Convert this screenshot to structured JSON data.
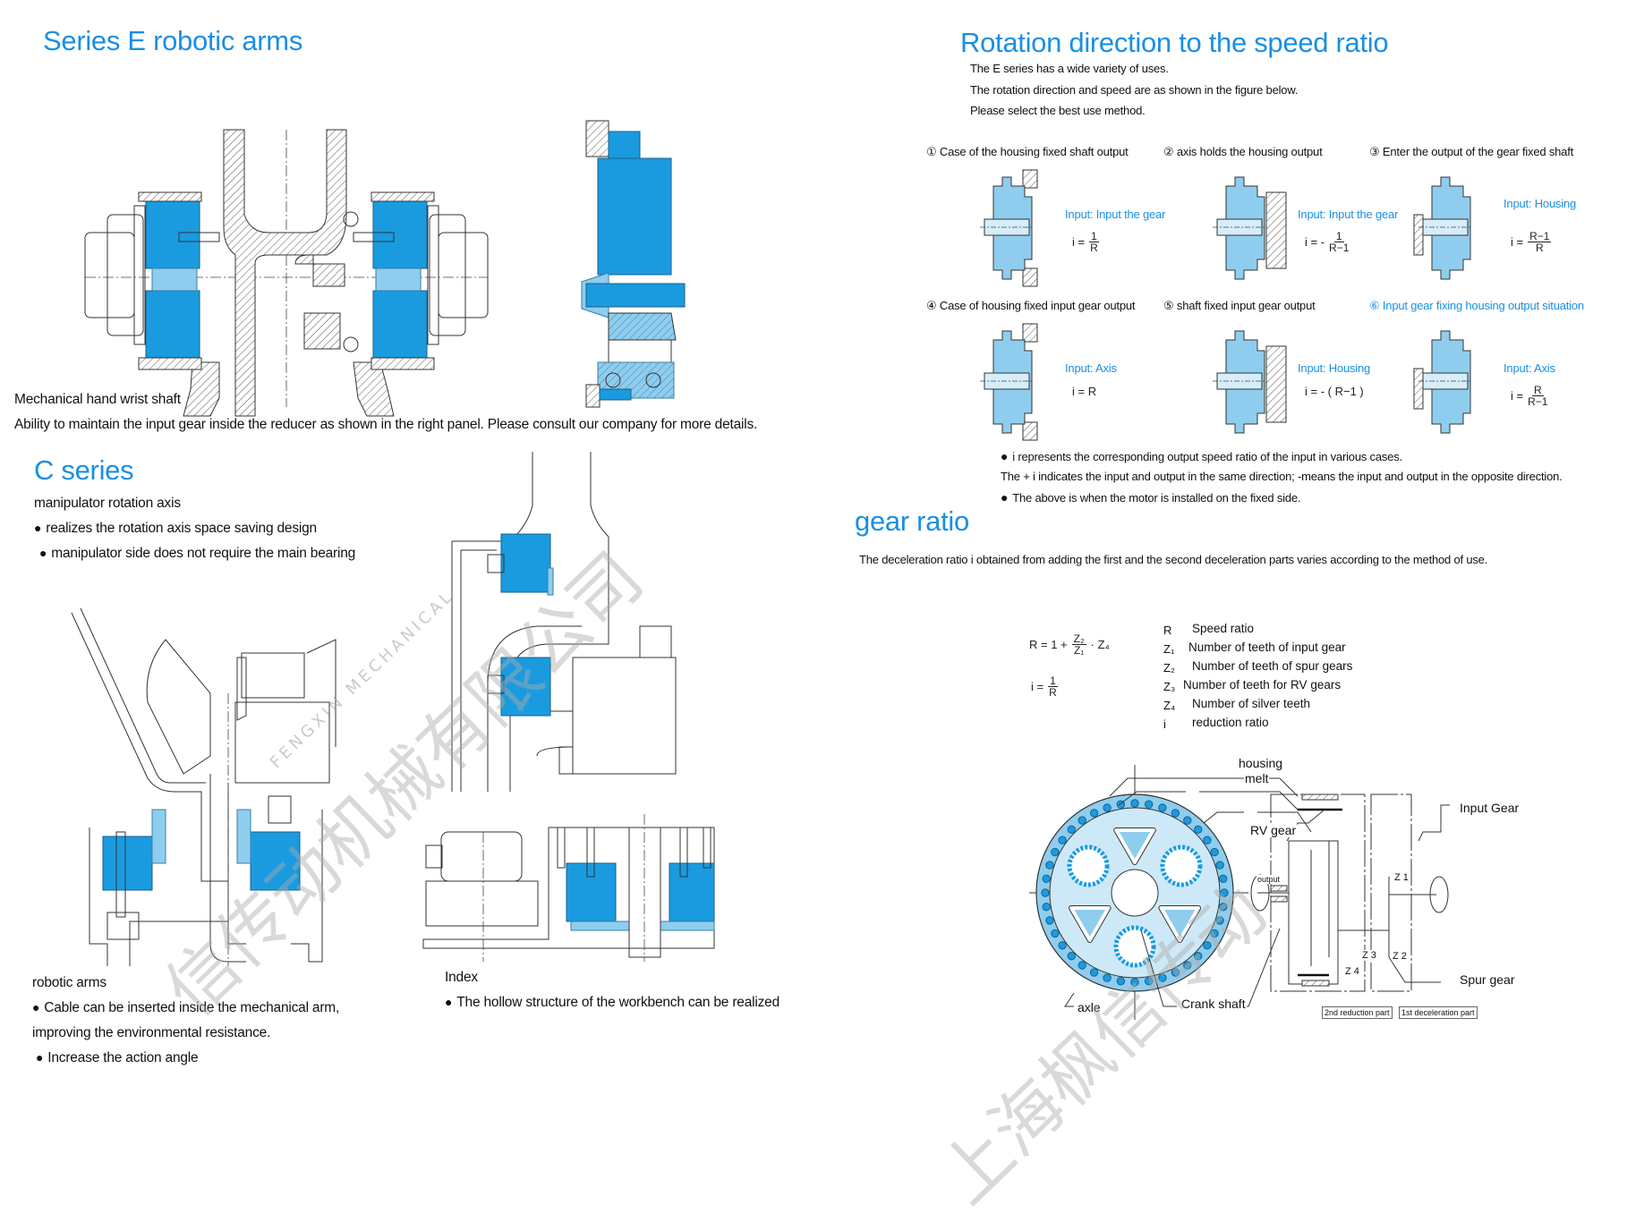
{
  "left": {
    "e_series": {
      "title": "Series E robotic arms",
      "caption": "Mechanical hand wrist shaft",
      "description": "Ability to maintain the input gear inside the reducer as shown in the right panel. Please consult our company for more details."
    },
    "c_series": {
      "title": "C series",
      "subtitle": "manipulator rotation axis",
      "bullets": [
        "realizes the rotation axis space saving design",
        "manipulator side does not require the main bearing"
      ],
      "robotic_arms": {
        "label": "robotic arms",
        "bullet_1": "Cable can be inserted inside the mechanical arm,",
        "bullet_1_cont": "improving the environmental resistance.",
        "bullet_2": "Increase the action angle"
      },
      "index": {
        "label": "Index",
        "bullet": "The hollow structure of the workbench can be realized"
      }
    }
  },
  "right": {
    "rotation": {
      "title": "Rotation direction to the speed ratio",
      "intro": [
        "The E series has a wide variety of uses.",
        "The rotation direction and speed are as shown in the figure below.",
        "Please select the best use method."
      ],
      "cases": [
        {
          "num": "①",
          "label": "Case of the housing fixed shaft output",
          "input": "Input: Input the gear",
          "ratio_prefix": "i =",
          "ratio_num": "1",
          "ratio_den": "R"
        },
        {
          "num": "②",
          "label": "axis holds the housing output",
          "input": "Input: Input the gear",
          "ratio_prefix": "i = -",
          "ratio_num": "1",
          "ratio_den": "R−1"
        },
        {
          "num": "③",
          "label": "Enter the output of the gear fixed shaft",
          "input": "Input: Housing",
          "ratio_prefix": "i =",
          "ratio_num": "R−1",
          "ratio_den": "R"
        },
        {
          "num": "④",
          "label": "Case of housing fixed input gear output",
          "input": "Input: Axis",
          "ratio_text": "i = R"
        },
        {
          "num": "⑤",
          "label": "shaft fixed input gear output",
          "input": "Input: Housing",
          "ratio_text": "i = - ( R−1 )"
        },
        {
          "num": "⑥",
          "label": "Input gear fixing housing output situation",
          "input": "Input: Axis",
          "ratio_prefix": "i =",
          "ratio_num": "R",
          "ratio_den": "R−1"
        }
      ],
      "notes": [
        "i represents the corresponding output speed ratio of the input in various cases.",
        "The + i indicates the input and output in the same direction; -means the input and output in the opposite direction.",
        "The above is when the motor is installed on the fixed side."
      ]
    },
    "gear_ratio": {
      "title": "gear ratio",
      "description": "The deceleration ratio i obtained from adding the first and the second deceleration parts varies  according to the method of use.",
      "formula_R": {
        "lhs": "R = 1 +",
        "num": "Z₂",
        "den": "Z₁",
        "rhs": "· Z₄"
      },
      "formula_i": {
        "lhs": "i =",
        "num": "1",
        "den": "R"
      },
      "legend": [
        {
          "symbol": "R",
          "text": "Speed ratio"
        },
        {
          "symbol": "Z₁",
          "text": "Number of teeth of input gear"
        },
        {
          "symbol": "Z₂",
          "text": "Number of teeth of spur gears"
        },
        {
          "symbol": "Z₃",
          "text": "Number of teeth for RV gears"
        },
        {
          "symbol": "Z₄",
          "text": "Number of silver teeth"
        },
        {
          "symbol": "i",
          "text": "reduction ratio"
        }
      ],
      "diagram_labels": {
        "housing": "housing",
        "melt": "melt",
        "rv_gear": "RV gear",
        "output": "output",
        "axle": "axle",
        "crank_shaft": "Crank shaft",
        "input_gear": "Input Gear",
        "spur_gear": "Spur gear",
        "z1": "Z 1",
        "z2": "Z 2",
        "z3": "Z 3",
        "z4": "Z 4",
        "second_part": "2nd reduction part",
        "first_part": "1st deceleration part"
      }
    }
  },
  "watermark": {
    "cn_1": "信传动机械有限公司",
    "cn_2": "上海枫信传动",
    "logo": "FENGXIN MECHANICAL"
  },
  "colors": {
    "accent": "#1a8fe3",
    "part_blue": "#1a9be0",
    "part_light": "#8fcdee"
  }
}
